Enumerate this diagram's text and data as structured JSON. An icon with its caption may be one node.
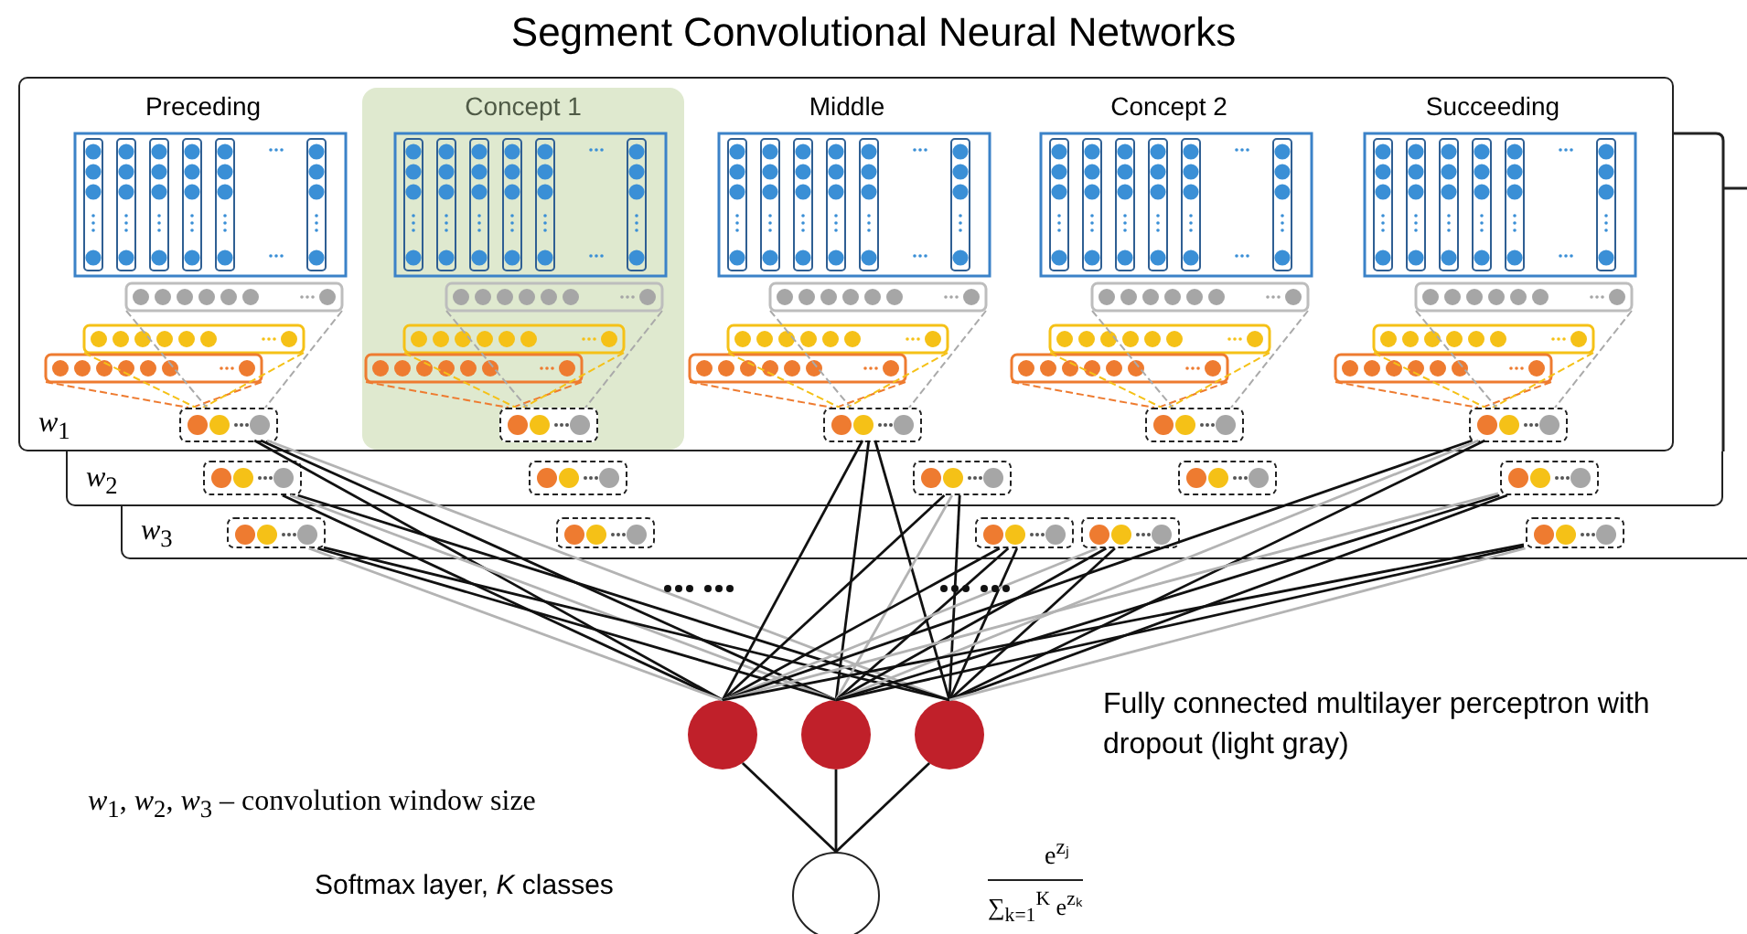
{
  "diagram": {
    "title": "Segment Convolutional Neural Networks",
    "nodes": [
      {
        "text": [
          "*w*$_{1}$"
        ]
      },
      {
        "text": [
          "*w*$_{2}$"
        ]
      },
      {
        "text": [
          "*w*$_{3}$"
        ]
      },
      {
        "text": [
          "Preceding"
        ],
        "in": 0
      },
      {
        "text": [
          "Concept 1"
        ],
        "in": 0
      },
      {
        "text": [
          "Middle"
        ],
        "in": 0
      },
      {
        "text": [
          "Concept 2"
        ],
        "in": 0
      },
      {
        "text": [
          "Succeeding"
        ],
        "in": 0
      },
      {
        "text": [],
        "shape": "box",
        "in": 0
      },
      {
        "text": [],
        "shape": "box",
        "in": 4
      },
      {
        "text": [],
        "shape": "box",
        "in": 0
      },
      {
        "text": [],
        "shape": "box",
        "in": 0
      },
      {
        "text": [],
        "shape": "box",
        "in": 0
      },
      {
        "text": [],
        "shape": "box",
        "in": 1
      },
      {
        "text": [],
        "shape": "box",
        "in": 1
      },
      {
        "text": [],
        "shape": "box",
        "in": 1
      },
      {
        "text": [],
        "shape": "box",
        "in": 1
      },
      {
        "text": [],
        "shape": "box",
        "in": 1
      },
      {
        "text": [],
        "shape": "box",
        "in": 2
      },
      {
        "text": [],
        "shape": "box",
        "in": 2
      },
      {
        "text": [],
        "shape": "box",
        "in": 2
      },
      {
        "text": [],
        "shape": "box",
        "in": 2
      },
      {
        "text": [],
        "shape": "box",
        "in": 2
      },
      {
        "text": [],
        "shape": "circle"
      },
      {
        "text": [],
        "shape": "circle"
      },
      {
        "text": [],
        "shape": "circle"
      },
      {
        "text": [],
        "shape": "circle"
      }
    ],
    "edges": [
      {
        "from": 8,
        "to": 23,
        "arrow": "none"
      },
      {
        "from": 8,
        "to": 24,
        "arrow": "none"
      },
      {
        "from": 8,
        "to": 25,
        "arrow": "none",
        "color": "#b3b3b3"
      },
      {
        "from": 13,
        "to": 23,
        "arrow": "none"
      },
      {
        "from": 13,
        "to": 24,
        "arrow": "none",
        "color": "#b3b3b3"
      },
      {
        "from": 13,
        "to": 25,
        "arrow": "none"
      },
      {
        "from": 18,
        "to": 23,
        "arrow": "none",
        "color": "#b3b3b3"
      },
      {
        "from": 18,
        "to": 24,
        "arrow": "none"
      },
      {
        "from": 18,
        "to": 25,
        "arrow": "none"
      },
      {
        "from": 10,
        "to": 23,
        "arrow": "none"
      },
      {
        "from": 10,
        "to": 24,
        "arrow": "none"
      },
      {
        "from": 10,
        "to": 25,
        "arrow": "none"
      },
      {
        "from": 15,
        "to": 23,
        "arrow": "none"
      },
      {
        "from": 15,
        "to": 24,
        "arrow": "none",
        "color": "#b3b3b3"
      },
      {
        "from": 15,
        "to": 25,
        "arrow": "none"
      },
      {
        "from": 20,
        "to": 23,
        "arrow": "none"
      },
      {
        "from": 20,
        "to": 24,
        "arrow": "none"
      },
      {
        "from": 20,
        "to": 25,
        "arrow": "none"
      },
      {
        "from": 21,
        "to": 23,
        "arrow": "none",
        "color": "#b3b3b3"
      },
      {
        "from": 21,
        "to": 24,
        "arrow": "none"
      },
      {
        "from": 21,
        "to": 25,
        "arrow": "none"
      },
      {
        "from": 12,
        "to": 23,
        "arrow": "none"
      },
      {
        "from": 12,
        "to": 24,
        "arrow": "none",
        "color": "#b3b3b3"
      },
      {
        "from": 12,
        "to": 25,
        "arrow": "none"
      },
      {
        "from": 17,
        "to": 23,
        "arrow": "none",
        "color": "#b3b3b3"
      },
      {
        "from": 17,
        "to": 24,
        "arrow": "none"
      },
      {
        "from": 17,
        "to": 25,
        "arrow": "none"
      },
      {
        "from": 22,
        "to": 23,
        "arrow": "none"
      },
      {
        "from": 22,
        "to": 24,
        "arrow": "none"
      },
      {
        "from": 22,
        "to": 25,
        "arrow": "none",
        "color": "#b3b3b3"
      },
      {
        "from": 23,
        "to": 26,
        "arrow": "none"
      },
      {
        "from": 24,
        "to": 26,
        "arrow": "none"
      },
      {
        "from": 25,
        "to": 26,
        "arrow": "none"
      }
    ],
    "labels": [
      "Fully connected multilayer perceptron with dropout (light gray)",
      "*w*$_{1}$, *w*$_{2}$, *w*$_{3}$ – convolution window size",
      "Softmax layer, *K* classes",
      "e$^{zⱼ}$",
      "∑$_{k=1}$$^{K}$ e$^{zₖ}$"
    ]
  }
}
